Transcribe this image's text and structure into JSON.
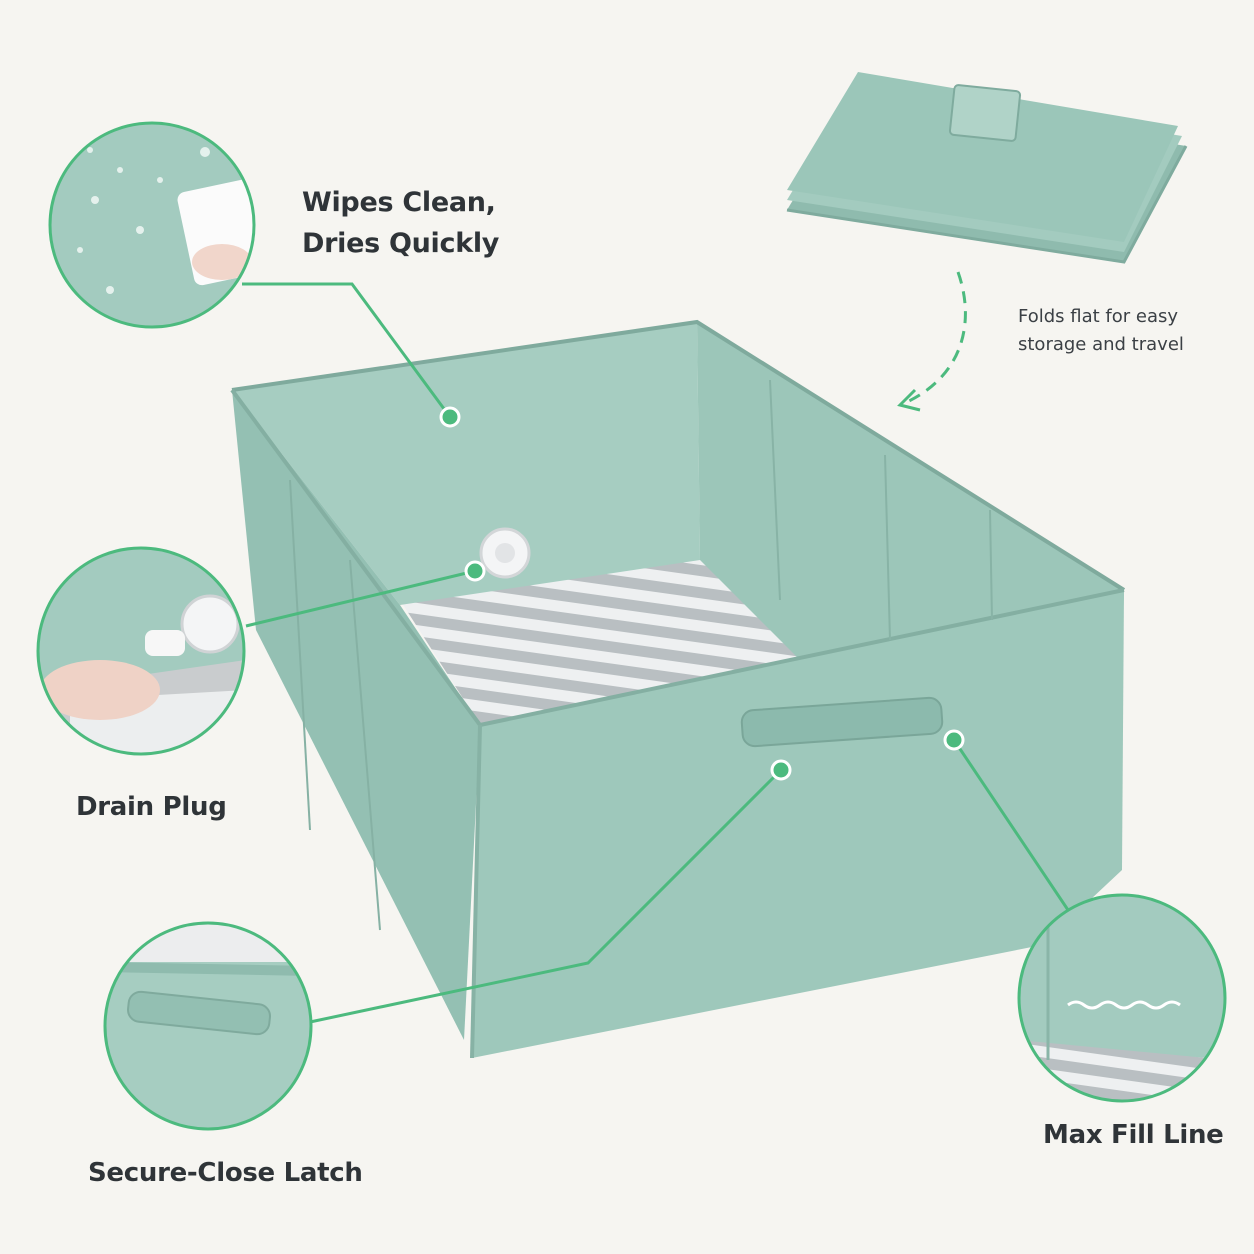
{
  "colors": {
    "background": "#f6f5f1",
    "accent": "#4cba7e",
    "mint": "#9fc9bd",
    "mint_dark": "#88b6a9",
    "stripe_gray": "#b9bfc2",
    "text": "#2f3438"
  },
  "labels": {
    "wipes_clean": {
      "line1": "Wipes Clean,",
      "line2": "Dries Quickly"
    },
    "drain_plug": "Drain Plug",
    "latch": "Secure-Close Latch",
    "max_fill": "Max Fill Line",
    "folds_flat": {
      "line1": "Folds flat for easy",
      "line2": "storage and travel"
    }
  },
  "icons": [
    "curved-dashed-arrow-icon"
  ]
}
